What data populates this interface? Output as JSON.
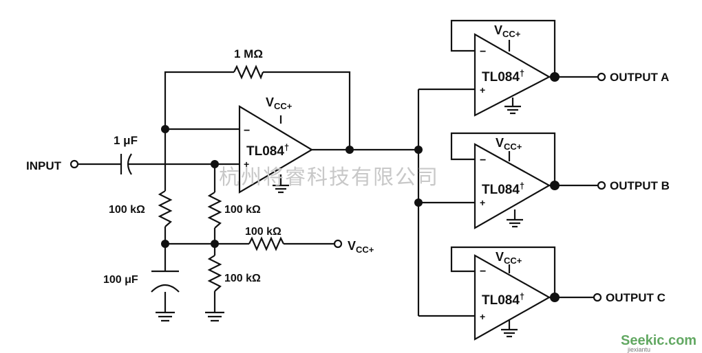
{
  "labels": {
    "input": "INPUT",
    "cap_in": "1 μF",
    "r_feedback": "1 MΩ",
    "vcc": "V",
    "vcc_sub": "CC+",
    "opamp": "TL084",
    "opamp_mark": "†",
    "r1": "100 kΩ",
    "r2": "100 kΩ",
    "r3": "100 kΩ",
    "r4": "100 kΩ",
    "cap_bypass": "100 μF",
    "minus": "−",
    "plus": "+",
    "output_a": "OUTPUT A",
    "output_b": "OUTPUT B",
    "output_c": "OUTPUT C"
  },
  "watermark": {
    "company": "杭州将睿科技有限公司",
    "site": "Seekic.com",
    "site_sub": "jiexiantu"
  },
  "colors": {
    "ink": "#111111",
    "watermark_gray": "#c8c8c8",
    "site_green": "#2e8b2e",
    "site_red": "#cc2222"
  }
}
